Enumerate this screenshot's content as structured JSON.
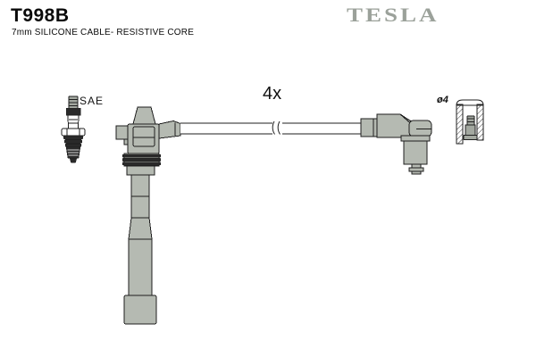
{
  "header": {
    "part_number": "T998B",
    "subtitle": "7mm SILICONE CABLE- RESISTIVE CORE",
    "brand": "TESLA"
  },
  "labels": {
    "spark_plug_standard": "SAE",
    "quantity": "4x",
    "diameter": "ø4"
  },
  "colors": {
    "boot-gray": "#b5bab2",
    "metal-gray": "#a3a8a0",
    "dark-part": "#2a2a2a",
    "outline": "#1f1f1f",
    "brand-gray": "#9ba19a"
  }
}
